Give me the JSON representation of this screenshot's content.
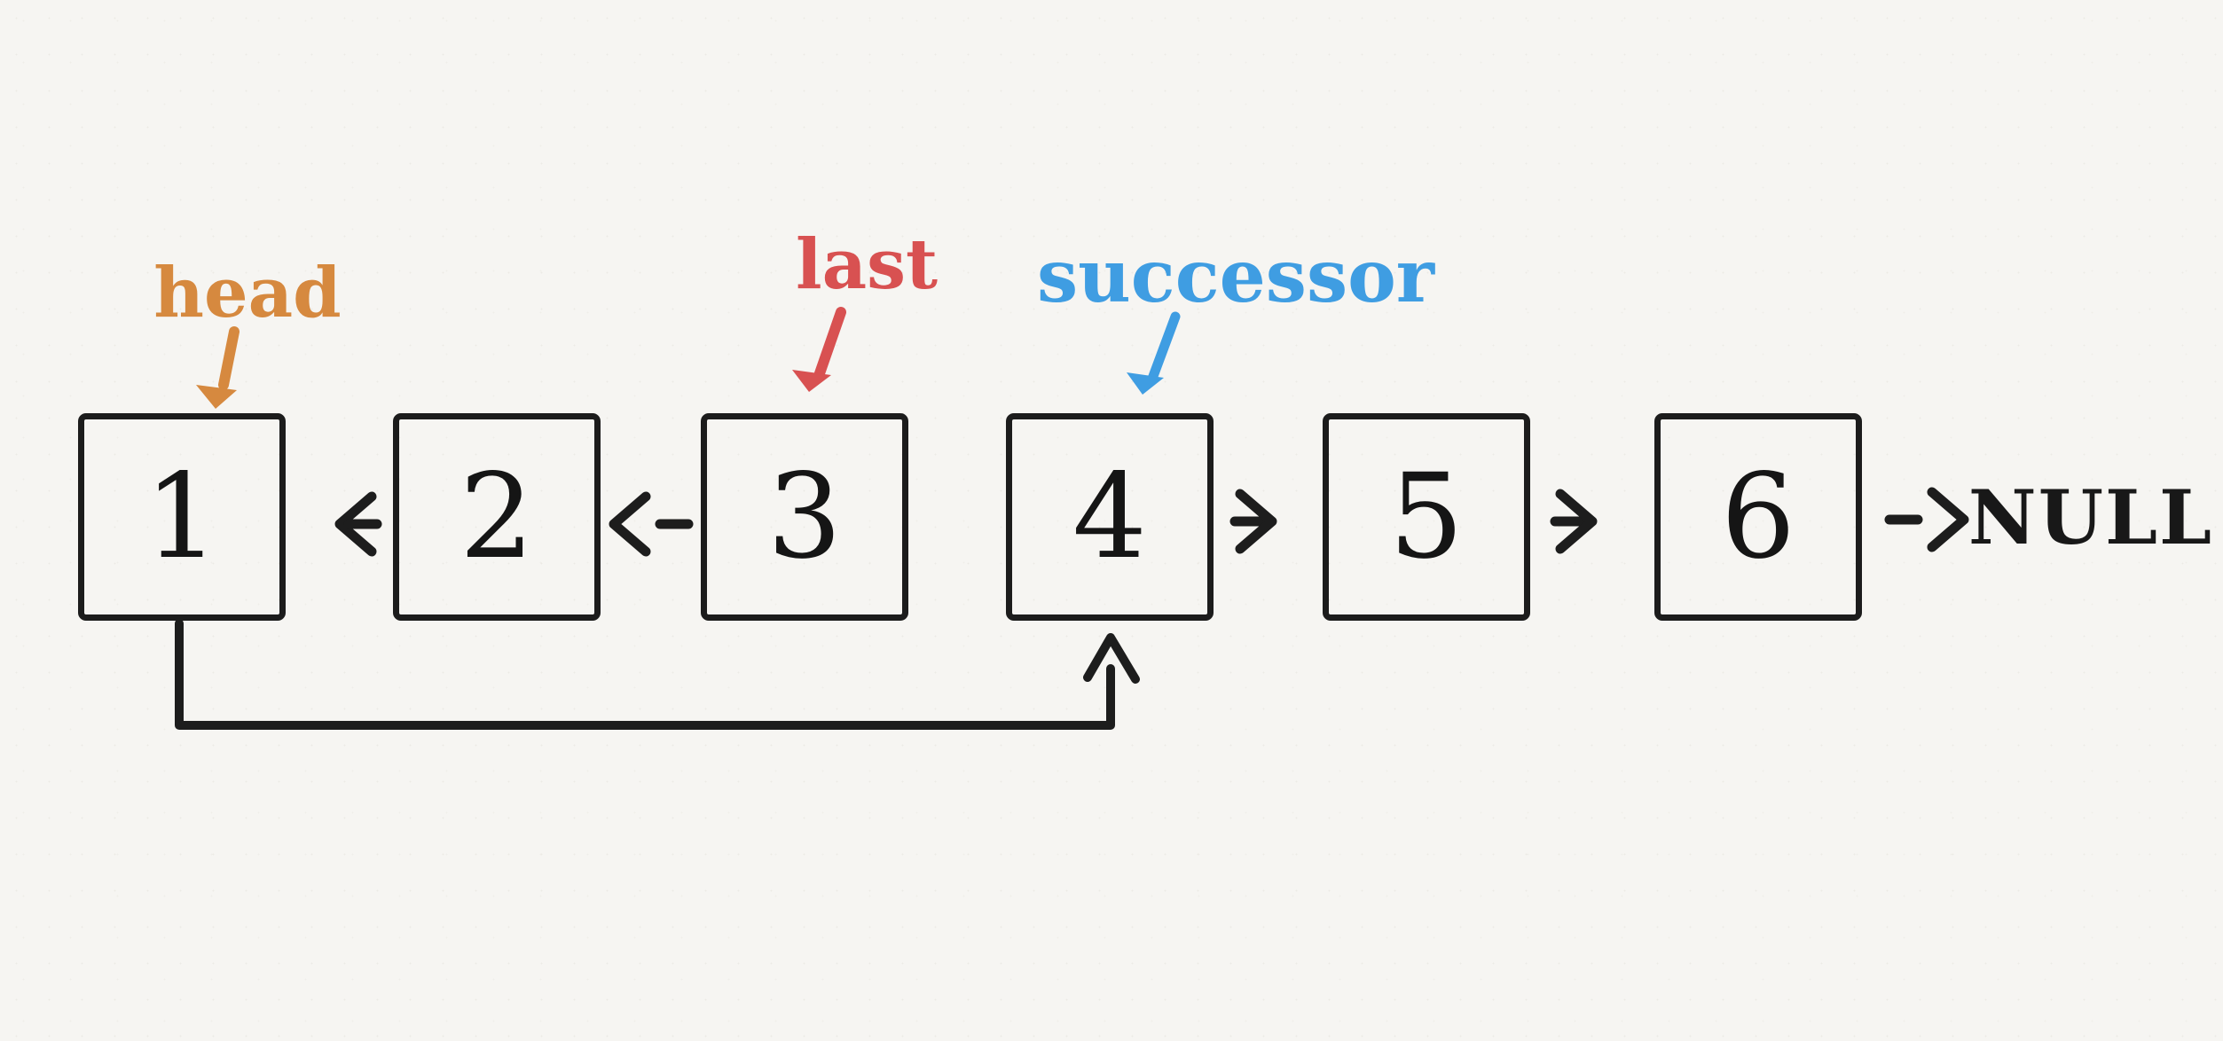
{
  "diagram": {
    "background_color": "#f6f5f2",
    "ink_color": "#1c1c1c",
    "nodes": [
      {
        "value": "1"
      },
      {
        "value": "2"
      },
      {
        "value": "3"
      },
      {
        "value": "4"
      },
      {
        "value": "5"
      },
      {
        "value": "6"
      }
    ],
    "links": [
      {
        "between": "1-2",
        "symbol": "<-",
        "direction": "left"
      },
      {
        "between": "2-3",
        "symbol": "<-",
        "direction": "left"
      },
      {
        "between": "4-5",
        "symbol": "->",
        "direction": "right"
      },
      {
        "between": "5-6",
        "symbol": "->",
        "direction": "right"
      },
      {
        "between": "6-NULL",
        "symbol": "->",
        "direction": "right"
      }
    ],
    "terminator": "NULL",
    "pointers": [
      {
        "label": "head",
        "color": "#d6893f",
        "points_to": "node 1"
      },
      {
        "label": "last",
        "color": "#d85151",
        "points_to": "node 3"
      },
      {
        "label": "successor",
        "color": "#3f9de2",
        "points_to": "node 4"
      }
    ],
    "loop_connector": {
      "from": "node 1 bottom",
      "to": "node 4 bottom",
      "arrowhead": "up"
    }
  }
}
